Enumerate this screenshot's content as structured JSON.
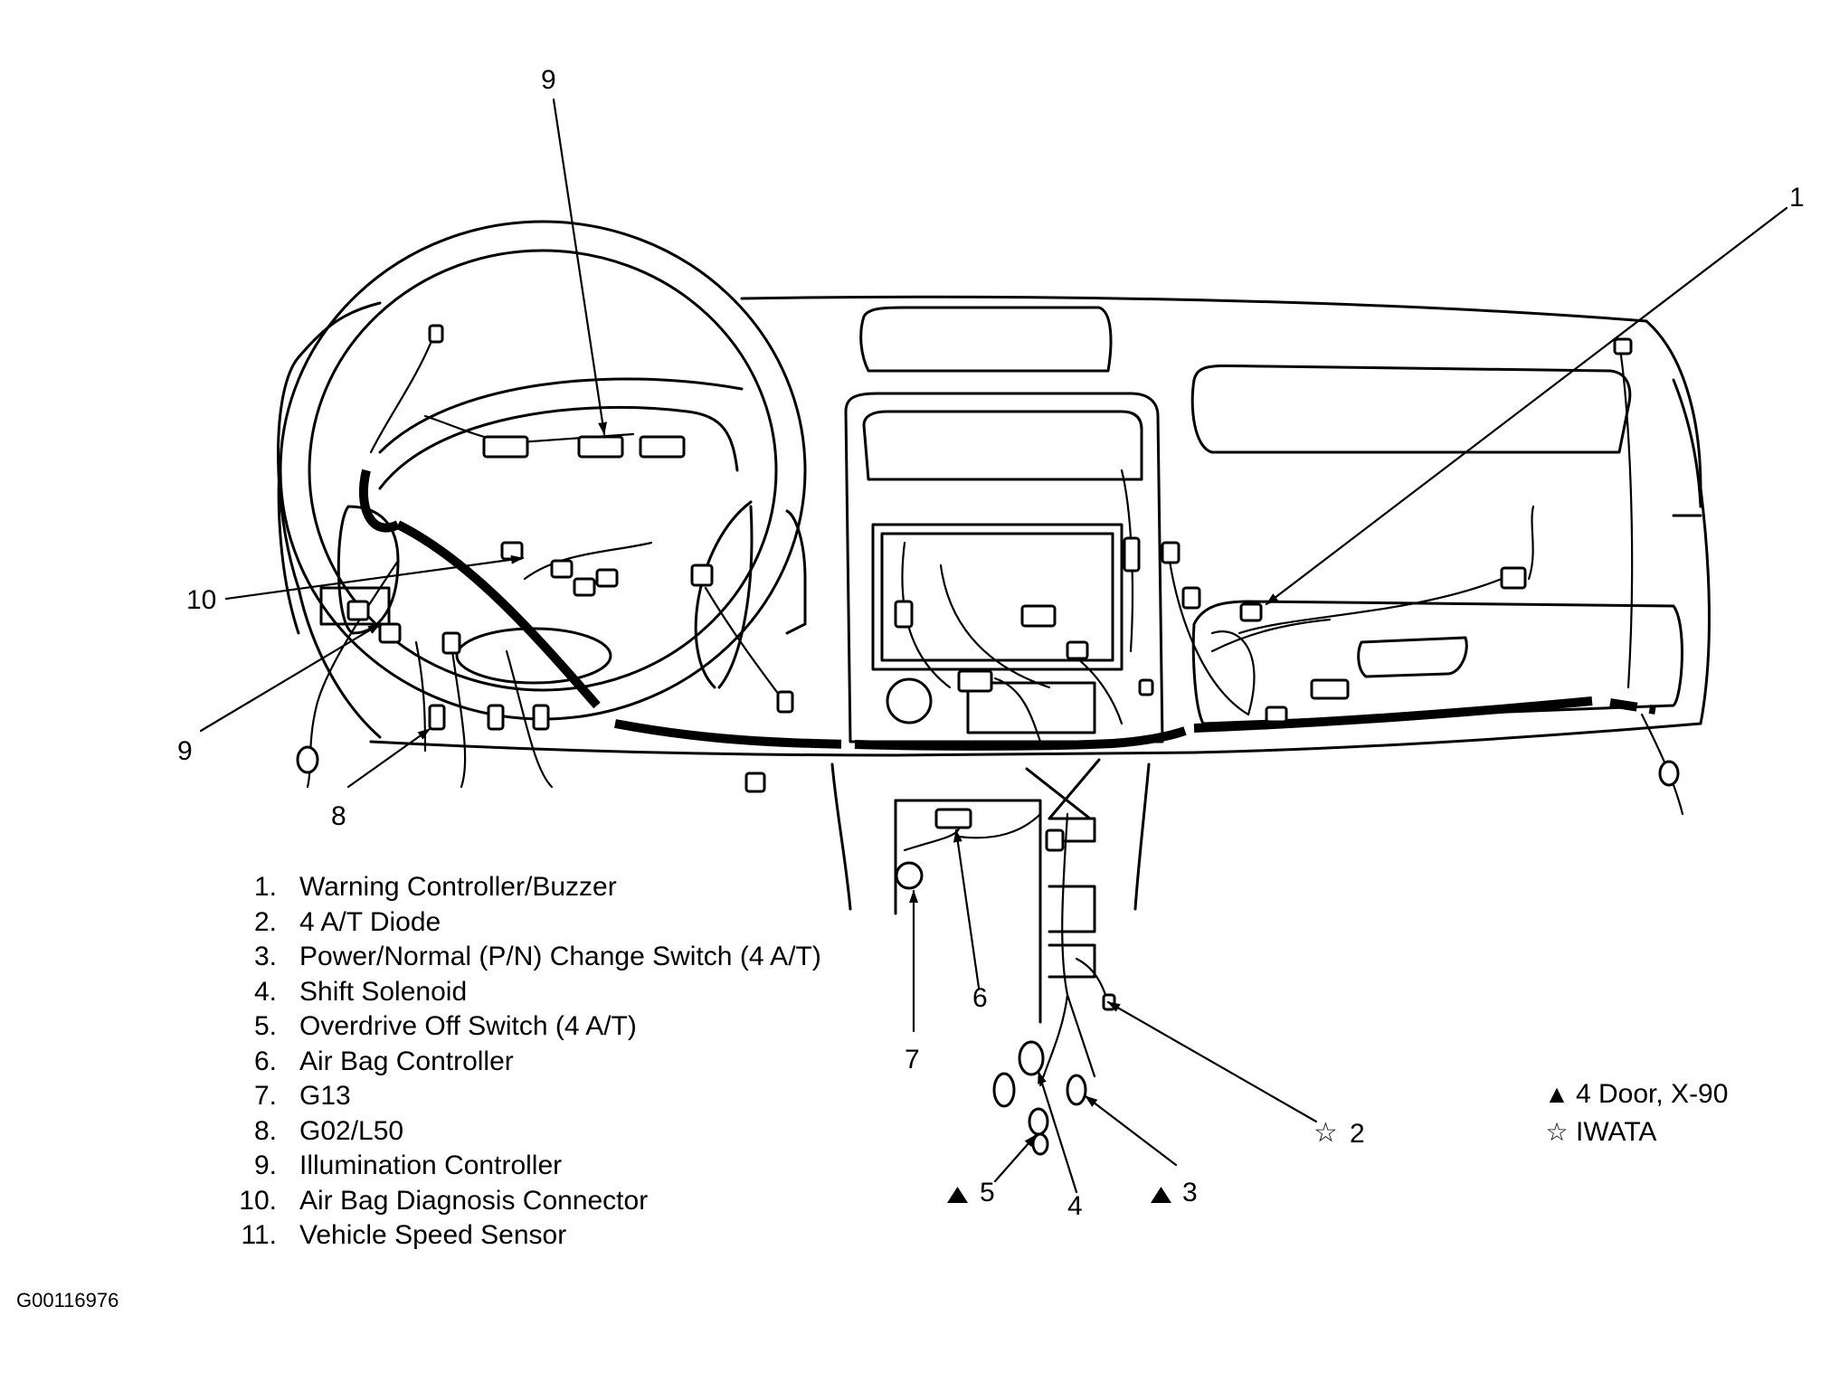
{
  "legend": [
    {
      "num": "1.",
      "label": "Warning Controller/Buzzer"
    },
    {
      "num": "2.",
      "label": "4 A/T Diode"
    },
    {
      "num": "3.",
      "label": "Power/Normal (P/N) Change Switch (4 A/T)"
    },
    {
      "num": "4.",
      "label": "Shift Solenoid"
    },
    {
      "num": "5.",
      "label": "Overdrive Off Switch (4 A/T)"
    },
    {
      "num": "6.",
      "label": "Air Bag Controller"
    },
    {
      "num": "7.",
      "label": "G13"
    },
    {
      "num": "8.",
      "label": "G02/L50"
    },
    {
      "num": "9.",
      "label": "Illumination Controller"
    },
    {
      "num": "10.",
      "label": "Air Bag Diagnosis Connector"
    },
    {
      "num": "11.",
      "label": "Vehicle Speed Sensor"
    }
  ],
  "callouts": {
    "c1": "1",
    "c2": "2",
    "c3": "3",
    "c4": "4",
    "c5": "5",
    "c6": "6",
    "c7": "7",
    "c8": "8",
    "c9_top": "9",
    "c9_left": "9",
    "c10": "10"
  },
  "key": [
    {
      "symbol": "▲",
      "label": "4 Door, X-90"
    },
    {
      "symbol": "☆",
      "label": "IWATA"
    }
  ],
  "figure_id": "G00116976"
}
